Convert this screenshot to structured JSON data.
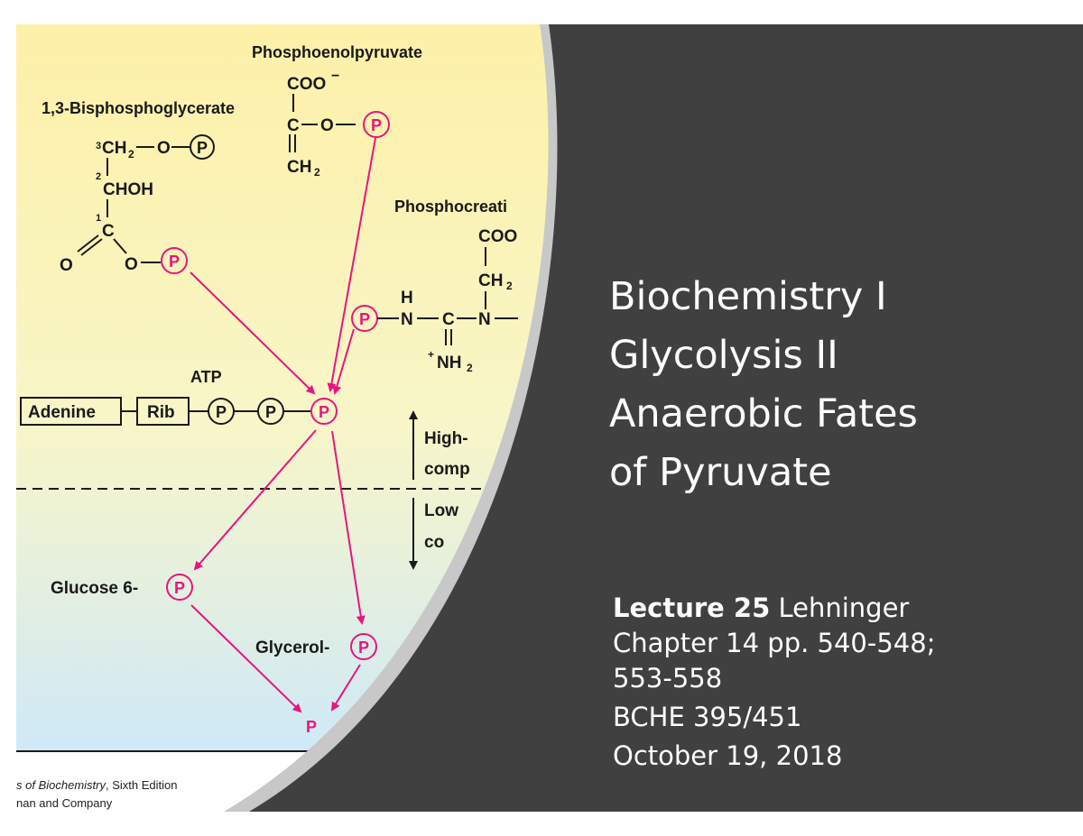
{
  "diagram": {
    "label_pep": "Phosphoenolpyruvate",
    "label_bpg": "1,3-Bisphosphoglycerate",
    "label_phosphocreatine": "Phosphocreati",
    "label_atp": "ATP",
    "label_adenine": "Adenine",
    "label_rib": "Rib",
    "label_p": "P",
    "label_glucose6": "Glucose 6-",
    "label_glycerol": "Glycerol-",
    "label_high1": "High-",
    "label_high2": "comp",
    "label_low1": "Low",
    "label_low2": "co",
    "coo": "COO",
    "ch2": "CH",
    "choh": "CHOH",
    "c": "C",
    "o": "O",
    "h": "H",
    "n": "N",
    "nh2": "NH",
    "num3": "3",
    "num2": "2",
    "num1": "1",
    "credit_line1_italic": "s of Biochemistry",
    "credit_line1_rest": ", Sixth Edition",
    "credit_line2": "nan and Company",
    "arrow_color": "#e8157f"
  },
  "panel": {
    "title_line1": "Biochemistry I",
    "title_line2": "Glycolysis II",
    "title_line3": "Anaerobic Fates",
    "title_line4": "of Pyruvate",
    "lecture_bold": "Lecture 25",
    "lecture_rest": " Lehninger",
    "chapter_line": "Chapter 14  pp. 540-548;",
    "pages_line": "553-558",
    "course": "BCHE 395/451",
    "date": "October 19, 2018",
    "background_color": "#404040"
  }
}
